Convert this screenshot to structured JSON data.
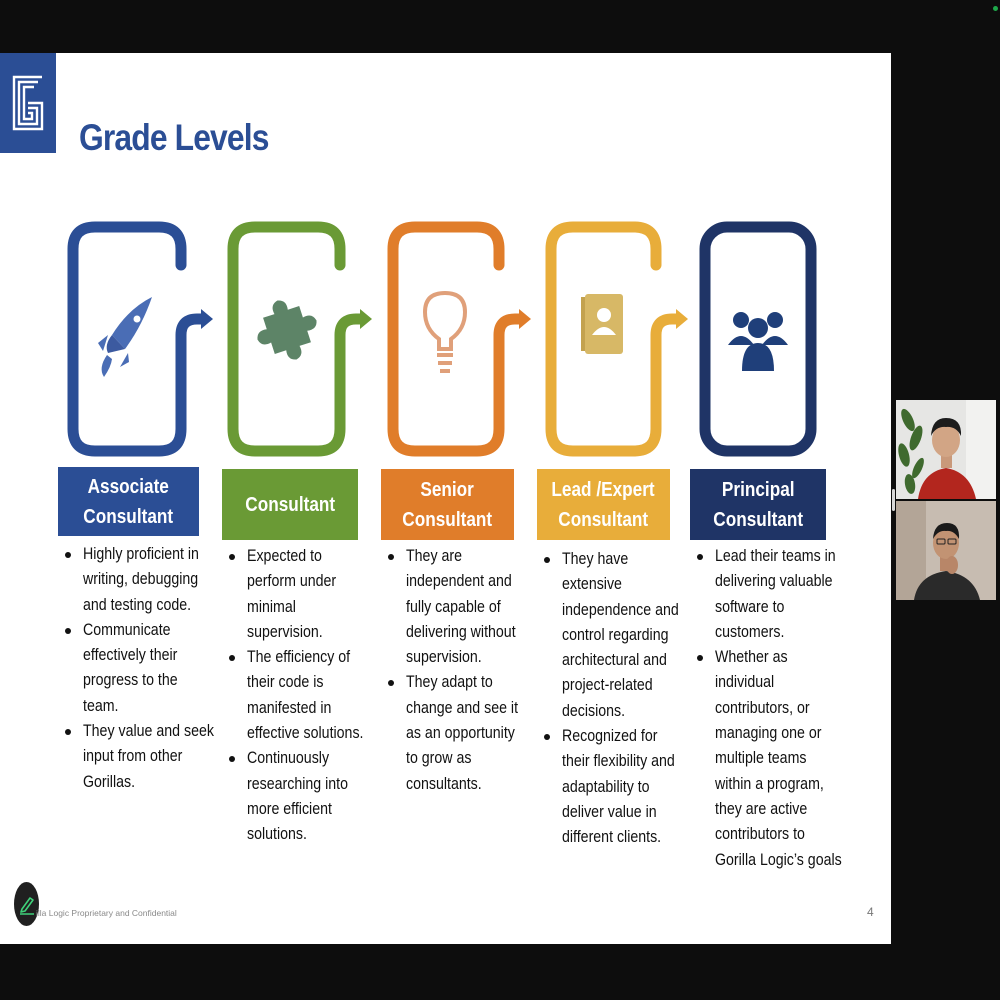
{
  "slide": {
    "title": "Grade Levels",
    "title_color": "#2b4e95",
    "footer": "illa Logic Proprietary and Confidential",
    "page_number": "4"
  },
  "levels": [
    {
      "label_lines": [
        "Associate",
        "Consultant"
      ],
      "color": "#2b4e95",
      "icon": "rocket-icon",
      "bullets": [
        [
          "Highly proficient in",
          "writing, debugging",
          "and testing code."
        ],
        [
          "Communicate",
          "effectively their",
          "progress to the",
          "team."
        ],
        [
          "They value and seek",
          "input from other",
          "Gorillas."
        ]
      ]
    },
    {
      "label_lines": [
        "Consultant"
      ],
      "color": "#6a9a35",
      "icon": "puzzle-piece-icon",
      "bullets": [
        [
          "Expected to",
          "perform under",
          "minimal",
          "supervision."
        ],
        [
          "The efficiency of",
          "their code is",
          "manifested in",
          "effective solutions."
        ],
        [
          "Continuously",
          "researching into",
          "more efficient",
          "solutions."
        ]
      ]
    },
    {
      "label_lines": [
        "Senior",
        "Consultant"
      ],
      "color": "#e07d2a",
      "icon": "lightbulb-icon",
      "bullets": [
        [
          "They are",
          "independent and",
          "fully capable of",
          "delivering without",
          "supervision."
        ],
        [
          "They adapt to",
          "change and see it",
          "as an opportunity",
          "to grow as",
          "consultants."
        ]
      ]
    },
    {
      "label_lines": [
        "Lead /Expert",
        "Consultant"
      ],
      "color": "#e8ad3a",
      "icon": "contact-book-icon",
      "bullets": [
        [
          "They have",
          "extensive",
          "independence and",
          "control regarding",
          "architectural and",
          "project-related",
          "decisions."
        ],
        [
          "Recognized for",
          "their flexibility and",
          "adaptability to",
          "deliver value in",
          "different clients."
        ]
      ]
    },
    {
      "label_lines": [
        "Principal",
        "Consultant"
      ],
      "color": "#1f3466",
      "icon": "team-icon",
      "bullets": [
        [
          "Lead their teams in",
          "delivering valuable",
          "software to",
          "customers."
        ],
        [
          "Whether as",
          "individual",
          "contributors, or",
          "managing one or",
          "multiple teams",
          "within a program,",
          "they are active",
          "contributors to",
          "Gorilla Logic’s goals"
        ]
      ]
    }
  ],
  "participants": [
    {
      "name": "participant-video-1"
    },
    {
      "name": "participant-video-2"
    }
  ]
}
